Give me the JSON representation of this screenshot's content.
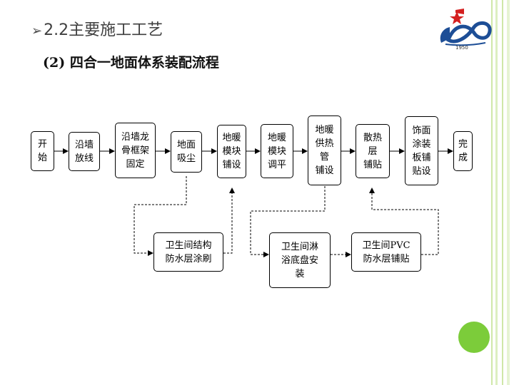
{
  "slide": {
    "heading_bullet": "➢",
    "heading": "2.2主要施工工艺",
    "subheading": "(2) 四合一地面体系装配流程",
    "logo_year": "1950"
  },
  "flowchart": {
    "main_steps": [
      "开\n始",
      "沿墙\n放线",
      "沿墙龙\n骨框架\n固定",
      "地面\n吸尘",
      "地暖\n模块\n铺设",
      "地暖\n模块\n调平",
      "地暖\n供热\n管\n铺设",
      "散热\n层\n铺贴",
      "饰面\n涂装\n板铺\n贴设",
      "完\n成"
    ],
    "side_steps": [
      "卫生间结构\n防水层涂刷",
      "卫生间淋\n浴底盘安\n装",
      "卫生间PVC\n防水层铺贴"
    ]
  }
}
